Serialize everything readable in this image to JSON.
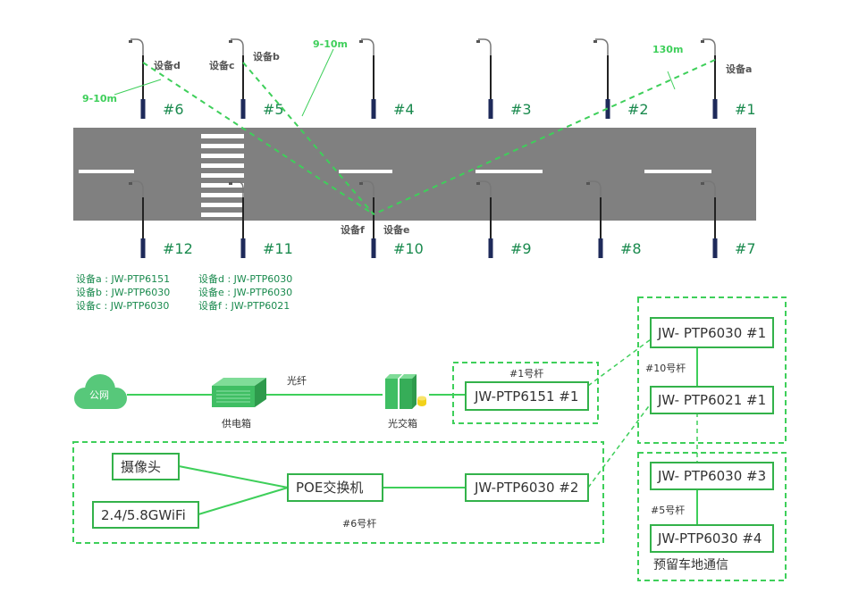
{
  "colors": {
    "green_line": "#3ecf5a",
    "box_border": "#33b24a",
    "pole_label": "#1a8a4e",
    "road": "#808080",
    "pole": "#1e2a5a"
  },
  "top_poles": [
    {
      "id": "p6",
      "label": "#6"
    },
    {
      "id": "p5",
      "label": "#5"
    },
    {
      "id": "p4",
      "label": "#4"
    },
    {
      "id": "p3",
      "label": "#3"
    },
    {
      "id": "p2",
      "label": "#2"
    },
    {
      "id": "p1",
      "label": "#1"
    }
  ],
  "bottom_poles": [
    {
      "id": "p12",
      "label": "#12"
    },
    {
      "id": "p11",
      "label": "#11"
    },
    {
      "id": "p10",
      "label": "#10"
    },
    {
      "id": "p9",
      "label": "#9"
    },
    {
      "id": "p8",
      "label": "#8"
    },
    {
      "id": "p7",
      "label": "#7"
    }
  ],
  "device_labels": {
    "d": "设备d",
    "c": "设备c",
    "b": "设备b",
    "a": "设备a",
    "f": "设备f",
    "e": "设备e"
  },
  "distances": {
    "left": "9-10m",
    "middle": "9-10m",
    "right": "130m"
  },
  "legend": {
    "left": [
      "设备a : JW-PTP6151",
      "设备b : JW-PTP6030",
      "设备c : JW-PTP6030"
    ],
    "right": [
      "设备d : JW-PTP6030",
      "设备e : JW-PTP6030",
      "设备f : JW-PTP6021"
    ]
  },
  "network": {
    "cloud": "公网",
    "fiber": "光纤",
    "power_box": "供电箱",
    "optical_switch": "光交箱",
    "pole1_caption": "#1号杆",
    "ptp6151_1": "JW-PTP6151 #1",
    "camera": "摄像头",
    "wifi": "2.4/5.8GWiFi",
    "poe": "POE交换机",
    "ptp6030_2": "JW-PTP6030 #2",
    "pole6_caption": "#6号杆",
    "ptp6030_1": "JW- PTP6030 #1",
    "pole10_caption": "#10号杆",
    "ptp6021_1": "JW- PTP6021 #1",
    "ptp6030_3": "JW- PTP6030 #3",
    "pole5_caption": "#5号杆",
    "ptp6030_4": "JW-PTP6030 #4",
    "reserved": "预留车地通信"
  }
}
